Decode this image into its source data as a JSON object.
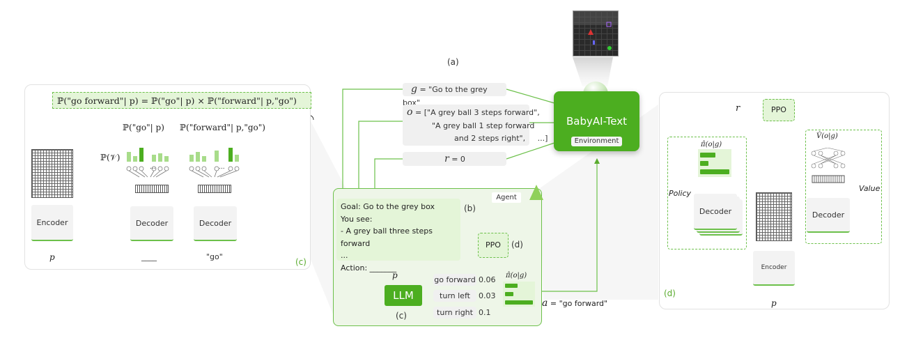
{
  "label_a": "(a)",
  "environment": {
    "title": "BabyAI-Text",
    "subtitle": "Environment"
  },
  "goal_text": "= \"Go to the grey box\"",
  "obs_lines": [
    "= [\"A grey ball 3 steps forward\",",
    "\"A grey ball 1 step forward",
    "and 2 steps right\",     ...]"
  ],
  "reward_text": "= 0",
  "agent_label": "Agent",
  "prompt": {
    "goal": "Goal: Go to the grey box",
    "you_see": "You see:",
    "item": "- A grey ball three steps forward",
    "dots": "...",
    "action": "Action: _______"
  },
  "label_b": "(b)",
  "ppo_label": "PPO",
  "label_d_agent": "(d)",
  "p_label": "p",
  "llm_label": "LLM",
  "label_c_agent": "(c)",
  "actions": [
    {
      "label": "go forward",
      "prob": "0.06"
    },
    {
      "label": "turn left",
      "prob": "0.03"
    },
    {
      "label": "turn right",
      "prob": "0.1"
    }
  ],
  "action_dots": "—",
  "pi_label": "π̂(o|g)",
  "action_out": "= \"go forward\"",
  "c_panel": {
    "equation": "ℙ(\"go forward\"| p) = ℙ(\"go\"| p) × ℙ(\"forward\"| p,\"go\")",
    "prob_go": "ℙ(\"go\"| p)",
    "prob_forward": "ℙ(\"forward\"| p,\"go\")",
    "vocab": "ℙ(𝒱)",
    "encoder": "Encoder",
    "decoder1": "Decoder",
    "decoder2": "Decoder",
    "p": "p",
    "blank": "____",
    "go": "\"go\"",
    "ellipsis": "...",
    "label": "(c)"
  },
  "d_panel": {
    "r": "r",
    "ppo": "PPO",
    "pi": "π̂(o|g)",
    "v": "V̂(o|g)",
    "policy": "Policy",
    "value": "Value",
    "decoder_left": "Decoder",
    "decoder_right": "Decoder",
    "encoder": "Encoder",
    "p": "p",
    "label": "(d)"
  },
  "symbols": {
    "g": "g",
    "o": "o",
    "r": "r",
    "a": "a"
  },
  "colors": {
    "accent": "#4cae20",
    "accent_light": "#e4f5d8",
    "box": "#f0f0f0",
    "line": "#6cc04a"
  }
}
